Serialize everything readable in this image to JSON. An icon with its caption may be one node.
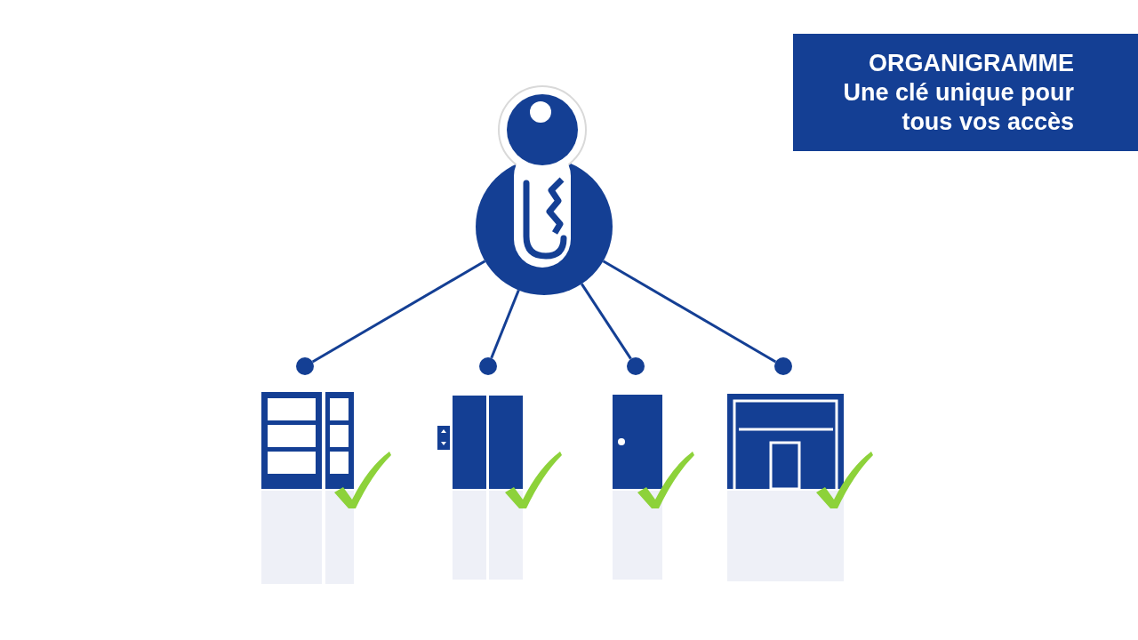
{
  "diagram": {
    "nodes": [
      {
        "text": [],
        "shape": "circle"
      },
      {
        "text": [],
        "shape": "circle"
      },
      {
        "text": [],
        "shape": "circle"
      },
      {
        "text": [],
        "shape": "circle"
      },
      {
        "text": [],
        "shape": "circle"
      },
      {
        "text": [
          "ORGANIGRAMME",
          "Une clé unique pour tous vos accès"
        ]
      }
    ],
    "edges": [
      {
        "from": 0,
        "to": 1,
        "arrow": "none"
      },
      {
        "from": 0,
        "to": 2,
        "arrow": "none"
      },
      {
        "from": 0,
        "to": 3,
        "arrow": "none"
      },
      {
        "from": 0,
        "to": 4,
        "arrow": "none"
      }
    ]
  }
}
